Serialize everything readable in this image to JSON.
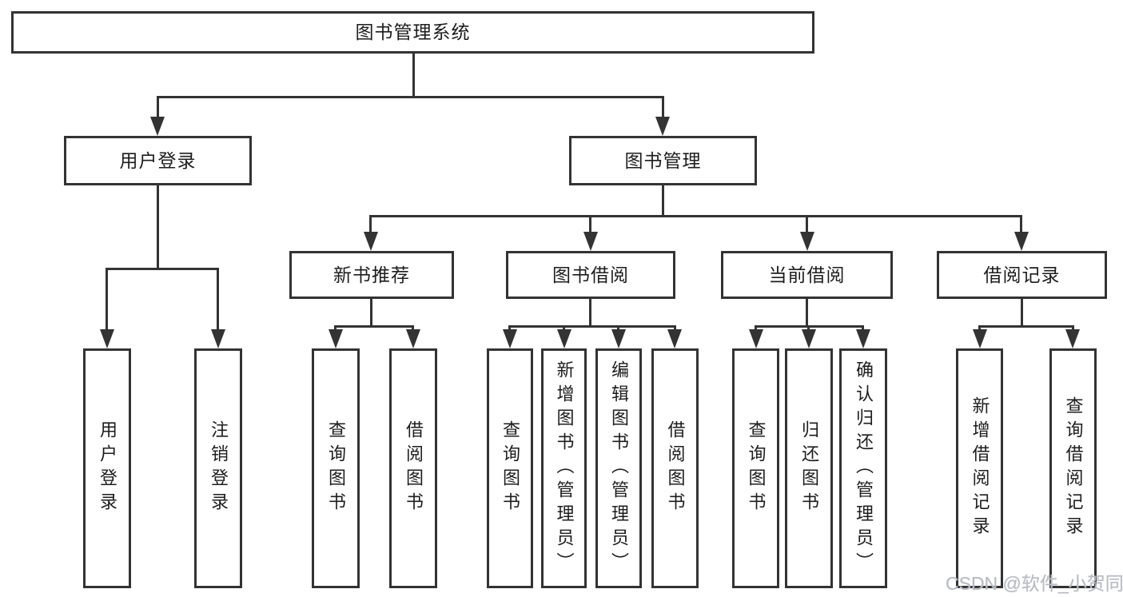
{
  "nodes": {
    "root": "图书管理系统",
    "user_login_group": "用户登录",
    "book_mgmt_group": "图书管理",
    "new_book_rec": "新书推荐",
    "book_borrow": "图书借阅",
    "current_borrow": "当前借阅",
    "borrow_records": "借阅记录",
    "user_login": "用户登录",
    "logout": "注销登录",
    "rec_query_books": "查询图书",
    "rec_borrow_books": "借阅图书",
    "bb_query_books": "查询图书",
    "bb_add_books": "新增图书（管理员）",
    "bb_edit_books": "编辑图书（管理员）",
    "bb_borrow_books": "借阅图书",
    "cb_query_books": "查询图书",
    "cb_return_books": "归还图书",
    "cb_confirm_return": "确认归还（管理员）",
    "br_add_record": "新增借阅记录",
    "br_query_record": "查询借阅记录"
  },
  "watermark": "CSDN @软件_小贺同学",
  "colors": {
    "line": "#333333",
    "text": "#1d1d1d",
    "background": "#ffffff",
    "watermark_text": "#b7bcc2"
  }
}
